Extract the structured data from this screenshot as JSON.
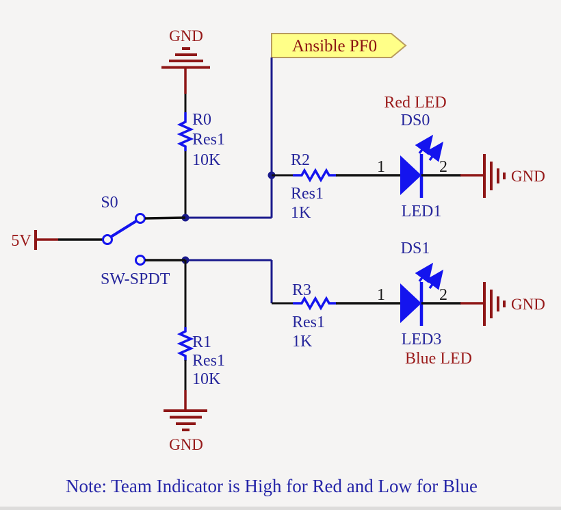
{
  "colors": {
    "background": "#f5f4f3",
    "wire_black": "#111111",
    "wire_navy": "#1a1a8c",
    "component_blue": "#1414ee",
    "symbol_dark_red": "#8e1616",
    "text_navy": "#26269b",
    "text_dark_red": "#9b1c1c",
    "flag_fill": "#ffff88",
    "flag_border": "#b89b5e",
    "note_blue": "#2626a8"
  },
  "net_flag": {
    "label": "Ansible PF0"
  },
  "power": {
    "label": "5V"
  },
  "ground_label": "GND",
  "switch": {
    "designator": "S0",
    "part": "SW-SPDT"
  },
  "resistors": [
    {
      "designator": "R0",
      "type": "Res1",
      "value": "10K"
    },
    {
      "designator": "R1",
      "type": "Res1",
      "value": "10K"
    },
    {
      "designator": "R2",
      "type": "Res1",
      "value": "1K"
    },
    {
      "designator": "R3",
      "type": "Res1",
      "value": "1K"
    }
  ],
  "leds": [
    {
      "designator": "DS0",
      "part": "LED1",
      "comment": "Red LED",
      "pin_anode": "1",
      "pin_cathode": "2"
    },
    {
      "designator": "DS1",
      "part": "LED3",
      "comment": "Blue LED",
      "pin_anode": "1",
      "pin_cathode": "2"
    }
  ],
  "note": "Note: Team Indicator is High for Red and Low for Blue"
}
